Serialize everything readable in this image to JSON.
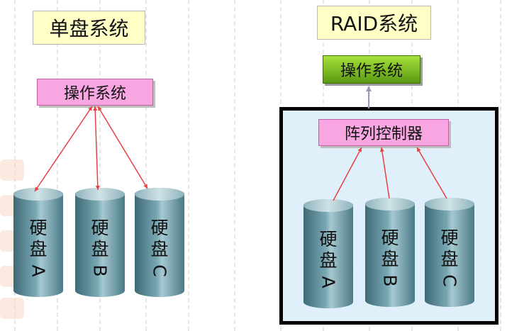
{
  "left_panel": {
    "title": "单盘系统",
    "os_label": "操作系统",
    "disks": [
      {
        "char1": "硬",
        "char2": "盘",
        "letter": "A"
      },
      {
        "char1": "硬",
        "char2": "盘",
        "letter": "B"
      },
      {
        "char1": "硬",
        "char2": "盘",
        "letter": "C"
      }
    ]
  },
  "right_panel": {
    "title": "RAID系统",
    "os_label": "操作系统",
    "controller_label": "阵列控制器",
    "disks": [
      {
        "char1": "硬",
        "char2": "盘",
        "letter": "A"
      },
      {
        "char1": "硬",
        "char2": "盘",
        "letter": "B"
      },
      {
        "char1": "硬",
        "char2": "盘",
        "letter": "C"
      }
    ]
  },
  "colors": {
    "title_bg": "#ffffc6",
    "label_pink": "#f7a6e1",
    "label_green": "#7fbf22",
    "arrow_red": "#e84040",
    "arrow_gray": "#9a9ab0",
    "raid_frame_bg": "#dff0fb",
    "disk_teal": "#6f9ea9"
  }
}
